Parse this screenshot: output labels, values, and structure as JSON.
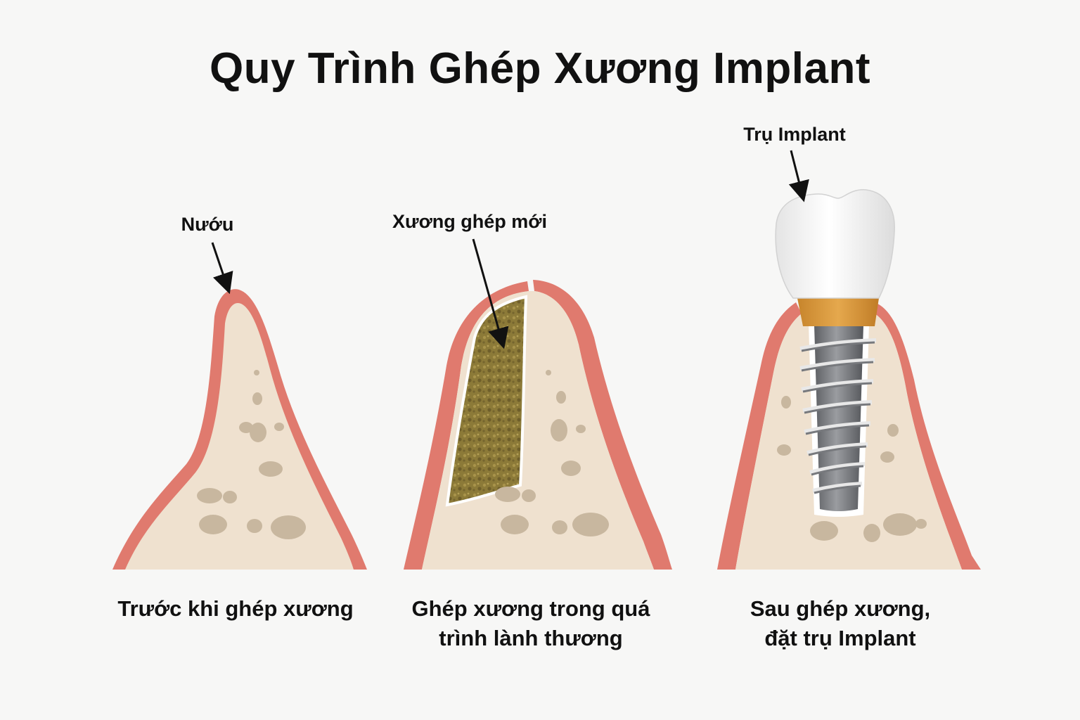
{
  "title": "Quy Trình Ghép Xương Implant",
  "colors": {
    "background": "#f7f7f6",
    "gum": "#e07a6e",
    "bone": "#efe1cf",
    "bone_spot": "#c8b79f",
    "graft": "#8c7a38",
    "collar": "#d89a3e",
    "screw": "#7d7f83",
    "crown": "#f2f2f2"
  },
  "panels": [
    {
      "callout": "Nướu",
      "caption_lines": [
        "Trước khi ghép xương"
      ]
    },
    {
      "callout": "Xương ghép mới",
      "caption_lines": [
        "Ghép xương trong quá",
        "trình lành thương"
      ]
    },
    {
      "callout": "Trụ Implant",
      "caption_lines": [
        "Sau ghép xương,",
        "đặt trụ Implant"
      ]
    }
  ]
}
